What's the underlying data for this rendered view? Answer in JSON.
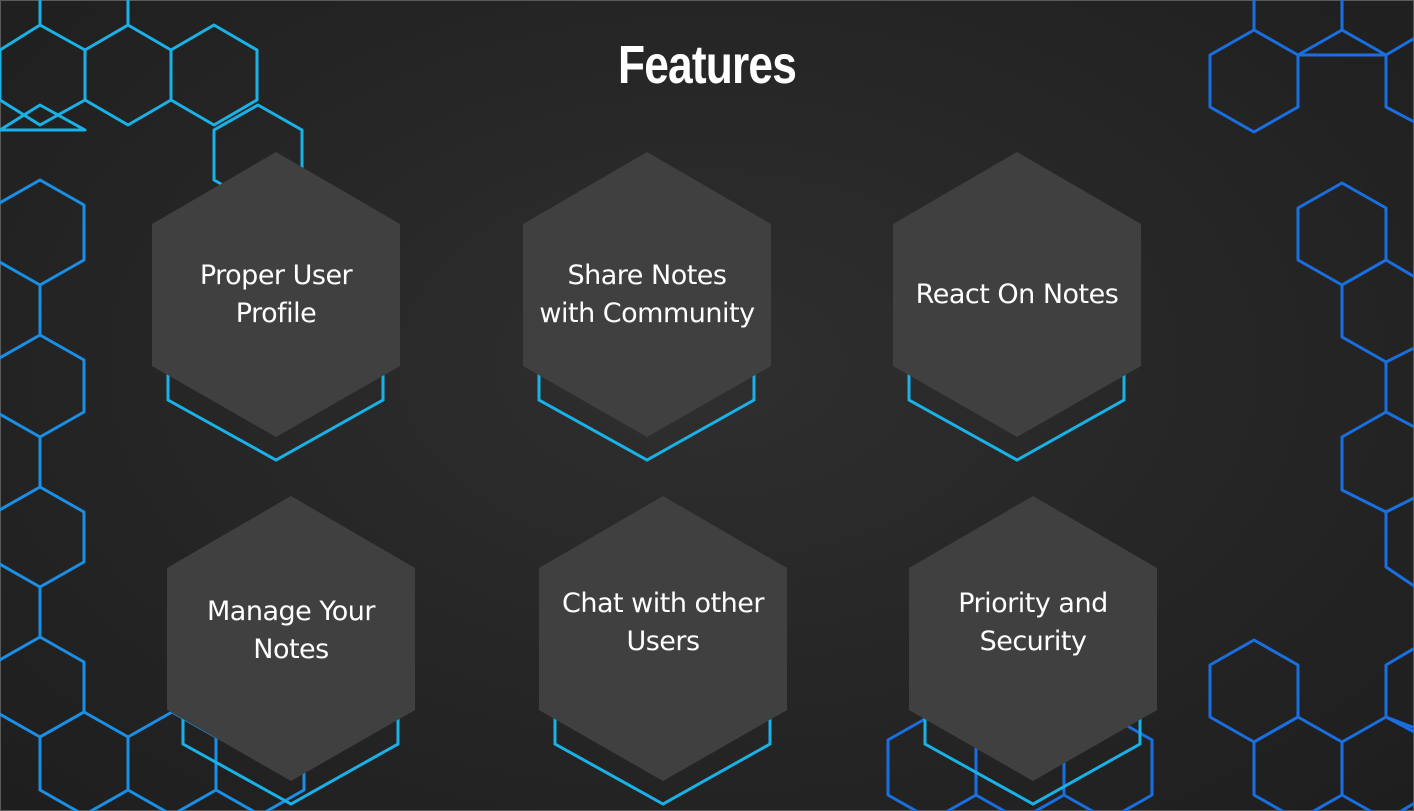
{
  "slide": {
    "title": "Features",
    "accent_cyan": "#1ab2e6",
    "accent_blue": "#1a6fe0",
    "card_fill": "#404040",
    "background": "#272727"
  },
  "features": [
    {
      "label": "Proper User Profile",
      "icon": "hexagon-card"
    },
    {
      "label": "Share Notes with Community",
      "icon": "hexagon-card"
    },
    {
      "label": "React On Notes",
      "icon": "hexagon-card"
    },
    {
      "label": "Manage Your Notes",
      "icon": "hexagon-card"
    },
    {
      "label": "Chat with other Users",
      "icon": "hexagon-card"
    },
    {
      "label": "Priority and Security",
      "icon": "hexagon-card"
    }
  ]
}
